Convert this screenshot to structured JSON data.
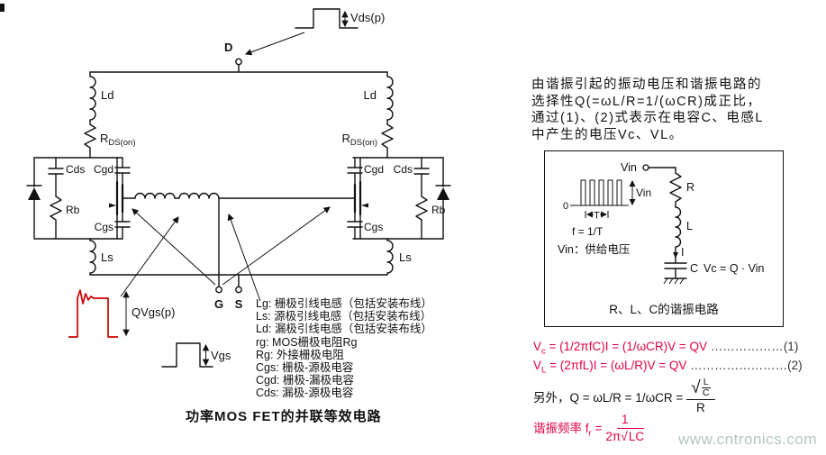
{
  "colors": {
    "red_wave": "#cc0000",
    "equation": "#e60044",
    "watermark": "#b2c9bb"
  },
  "circuit": {
    "vds_label": "Vds(p)",
    "d_label": "D",
    "ld_left": "Ld",
    "ld_right": "Ld",
    "rds_base": "R",
    "rds_sub": "DS(on)",
    "left": {
      "cds": "Cds",
      "cgd": "Cgd",
      "cgs": "Cgs",
      "rb": "Rb",
      "ls": "Ls"
    },
    "right": {
      "cds": "Cds",
      "cgd": "Cgd",
      "cgs": "Cgs",
      "rb": "Rb",
      "ls": "Ls"
    },
    "g_label": "G",
    "s_label": "S",
    "qvgs_label": "QVgs(p)",
    "vgs_label": "Vgs",
    "legend": [
      "Lg: 栅极引线电感（包括安装布线）",
      "Ls: 源极引线电感（包括安装布线）",
      "Ld: 漏极引线电感（包括安装布线）",
      "rg: MOS栅极电阻Rg",
      "Rg: 外接栅极电阻",
      "Cgs: 栅极-源极电容",
      "Cgd: 栅极-漏极电容",
      "Cds: 漏极-源极电容"
    ],
    "caption": "功率MOS FET的并联等效电路"
  },
  "panel": {
    "intro": [
      "由谐振引起的振动电压和谐振电路的",
      "选择性Q(=ωL/R=1/(ωCR)成正比，",
      "通过(1)、(2)式表示在电容C、电感L",
      "中产生的电压Vc、VL。"
    ],
    "rlc": {
      "vin_terminal": "Vin",
      "zero": "0",
      "period": "T",
      "freq": "f = 1/T",
      "vin_desc": "Vin：供给电压",
      "vin_wave": "Vin",
      "r": "R",
      "l": "L",
      "current": "I",
      "c": "C",
      "vc": "Vc = Q · Vin",
      "caption": "R、L、C的谐振电路"
    },
    "eq1": {
      "base": "V",
      "sub": "c",
      "body": " = (1/2πfC)I = (1/ωCR)V = QV",
      "dots": " ………………",
      "num": "(1)"
    },
    "eq2": {
      "base": "V",
      "sub": "L",
      "body": " = (2πfL)I = (ωL/R)V = QV",
      "dots": " ……………………",
      "num": "(2)"
    },
    "q_line": {
      "prefix": "另外，Q = ωL/R = 1/ωCR =",
      "rad": "√",
      "num_top": "L",
      "num_bot": "C",
      "den": "R"
    },
    "fr_line": {
      "base": "谐振频率 f",
      "sub": "r",
      "eq": " =",
      "num": "1",
      "den_pre": "2π",
      "rad": "√",
      "den_rad": "LC"
    }
  },
  "watermark": "www.cntronics.com"
}
